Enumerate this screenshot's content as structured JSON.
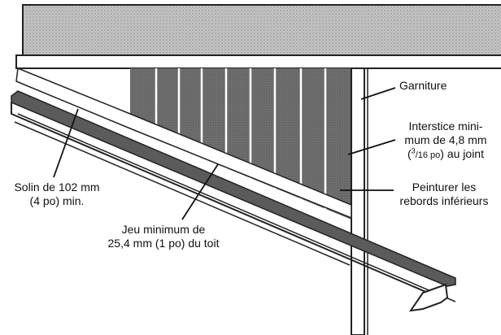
{
  "labels": {
    "garniture": "Garniture",
    "interstice_line1": "Interstice mini-",
    "interstice_line2": "mum de 4,8 mm",
    "interstice_line3_open": "(",
    "interstice_line3_sup": "3",
    "interstice_line3_frac": "/16 po",
    "interstice_line3_rest": ") au joint",
    "peinturer_line1": "Peinturer les",
    "peinturer_line2": "rebords inférieurs",
    "solin_line1": "Solin de 102 mm",
    "solin_line2": "(4 po) min.",
    "jeu_line1": "Jeu minimum de",
    "jeu_line2": "25,4 mm (1 po) du toit"
  },
  "colors": {
    "siding": "#6e6e6e",
    "soffit": "#b9b9b9",
    "line": "#222222",
    "roof_edge": "#555555"
  }
}
